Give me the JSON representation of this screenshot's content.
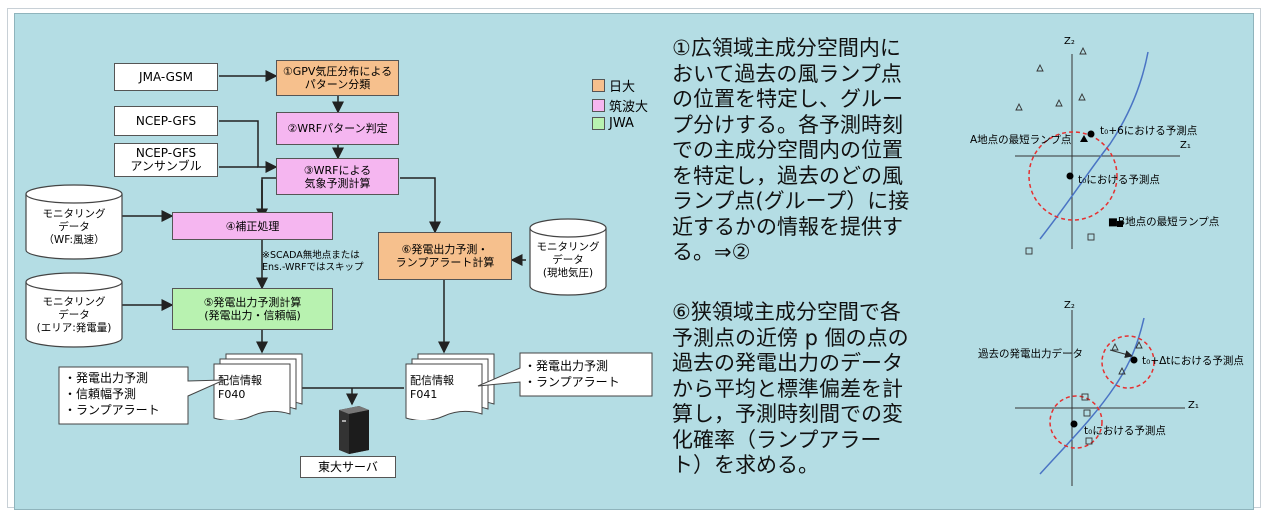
{
  "sources": {
    "jma": "JMA-GSM",
    "ncep": "NCEP-GFS",
    "ncep_ens": "NCEP-GFS\nアンサンブル"
  },
  "steps": {
    "s1": "①GPV気圧分布による\nパターン分類",
    "s2": "②WRFパターン判定",
    "s3": "③WRFによる\n気象予測計算",
    "s4": "④補正処理",
    "s5": "⑤発電出力予測計算\n(発電出力・信頼幅)",
    "s6": "⑥発電出力予測・\nランプアラート計算"
  },
  "cylinders": {
    "wf": "モニタリング\nデータ\n（WF:風速）",
    "area": "モニタリング\nデータ\n(エリア:発電量)",
    "pressure": "モニタリング\nデータ\n(現地気圧)"
  },
  "note_scada": "※SCADA無地点または\nEns.-WRFではスキップ",
  "legend": [
    {
      "label": "日大",
      "color": "#f6c08d"
    },
    {
      "label": "筑波大",
      "color": "#f5b6f0"
    },
    {
      "label": "JWA",
      "color": "#b8f2b0"
    }
  ],
  "outputs": {
    "f040": "配信情報\nF040",
    "f041": "配信情報\nF041",
    "server": "東大サーバ"
  },
  "callouts": {
    "left": "・発電出力予測\n・信頼幅予測\n・ランプアラート",
    "right": "・発電出力予測\n・ランプアラート"
  },
  "desc1": "①広領域主成分空間内に\nおいて過去の風ランプ点\nの位置を特定し、グルー\nプ分けする。各予測時刻\nでの主成分空間内の位置\nを特定し，過去のどの風\nランプ点(グループ）に接\n近するかの情報を提供す\nる。⇒②",
  "desc2": "⑥狭領域主成分空間で各\n予測点の近傍 p 個の点の\n過去の発電出力のデータ\nから平均と標準偏差を計\n算し，予測時刻間での変\n化確率（ランプアラー\nト）を求める。",
  "plot1": {
    "z2": "Z₂",
    "z1": "Z₁",
    "a_label": "A地点の最短ランプ点",
    "t6_label": "t₀+6における予測点",
    "t0_label": "t₀における予測点",
    "b_label": "■B地点の最短ランプ点"
  },
  "plot2": {
    "z2": "Z₂",
    "z1": "Z₁",
    "past_label": "過去の発電出力データ",
    "tdt_label": "t₀+Δtにおける予測点",
    "t0_label": "t₀における予測点"
  }
}
